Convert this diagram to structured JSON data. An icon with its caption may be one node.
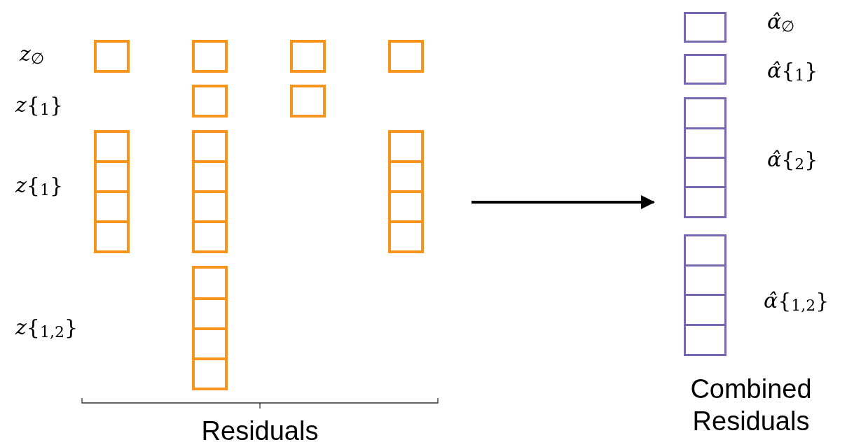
{
  "diagram": {
    "nodes": [
      {
        "text": [],
        "shape": "box"
      },
      {
        "text": [],
        "shape": "box"
      },
      {
        "text": [],
        "shape": "box"
      },
      {
        "text": [],
        "shape": "box"
      },
      {
        "text": [],
        "shape": "box"
      },
      {
        "text": [],
        "shape": "box"
      },
      {
        "text": [],
        "shape": "box"
      },
      {
        "text": [],
        "shape": "box"
      },
      {
        "text": [],
        "shape": "box"
      },
      {
        "text": [],
        "shape": "box"
      },
      {
        "text": [],
        "shape": "box"
      },
      {
        "text": [],
        "shape": "box"
      },
      {
        "text": [],
        "shape": "box"
      },
      {
        "text": [],
        "shape": "box"
      },
      {
        "text": [],
        "shape": "box"
      },
      {
        "text": [],
        "shape": "box"
      },
      {
        "text": [],
        "shape": "box"
      },
      {
        "text": [],
        "shape": "box"
      },
      {
        "text": [],
        "shape": "box"
      },
      {
        "text": [],
        "shape": "box"
      },
      {
        "text": [],
        "shape": "box"
      },
      {
        "text": [],
        "shape": "box"
      },
      {
        "text": [],
        "shape": "box"
      },
      {
        "text": [],
        "shape": "box"
      },
      {
        "text": [],
        "shape": "box"
      },
      {
        "text": [],
        "shape": "box"
      },
      {
        "text": [],
        "shape": "box"
      },
      {
        "text": [],
        "shape": "box"
      },
      {
        "text": [],
        "shape": "box"
      },
      {
        "text": [],
        "shape": "box"
      },
      {
        "text": [],
        "shape": "box"
      },
      {
        "text": [],
        "shape": "box"
      }
    ],
    "edges": [
      {
        "from": 20,
        "to": 27,
        "arrow": "to"
      }
    ],
    "labels": [
      "*z*$_{∅}$",
      "*z*{$_{1}$}",
      "*z*{$_{1}$}",
      "*z*{$_{1,2}$}",
      "Residuals",
      "*α̂*$_{∅}$",
      "*α̂*{$_{1}$}",
      "*α̂*{$_{2}$}",
      "*α̂*{$_{1,2}$}",
      "Combined Residuals"
    ]
  }
}
